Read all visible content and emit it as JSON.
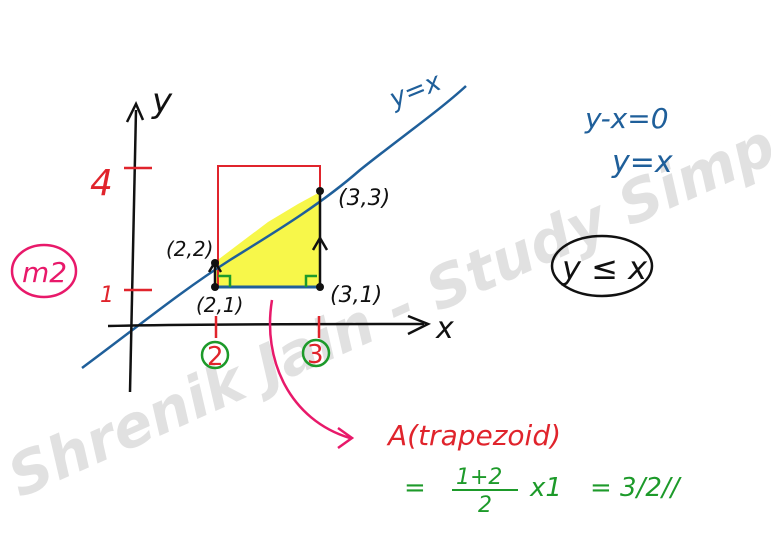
{
  "diagram": {
    "axes": {
      "x_label": "x",
      "y_label": "y"
    },
    "y_ticks": [
      "4",
      "1"
    ],
    "x_ticks": [
      "2",
      "3"
    ],
    "line_label": "y=x",
    "points": [
      "(2,2)",
      "(3,3)",
      "(2,1)",
      "(3,1)"
    ],
    "label_m2": "m2"
  },
  "notes": {
    "eq1": "y-x=0",
    "eq2": "y=x",
    "inequality": "y ≤ x"
  },
  "formula": {
    "title": "A(trapezoid)",
    "equals": "=",
    "numerator": "1+2",
    "denominator": "2",
    "times": "x1",
    "result": "= 3/2//"
  },
  "watermark": "Shrenik Jain - Study Simplified",
  "colors": {
    "red": "#e0242c",
    "blue": "#1f5f9a",
    "green": "#1d9a2a",
    "magenta": "#e8196a",
    "yellow": "#f7f74a",
    "black": "#111111"
  }
}
